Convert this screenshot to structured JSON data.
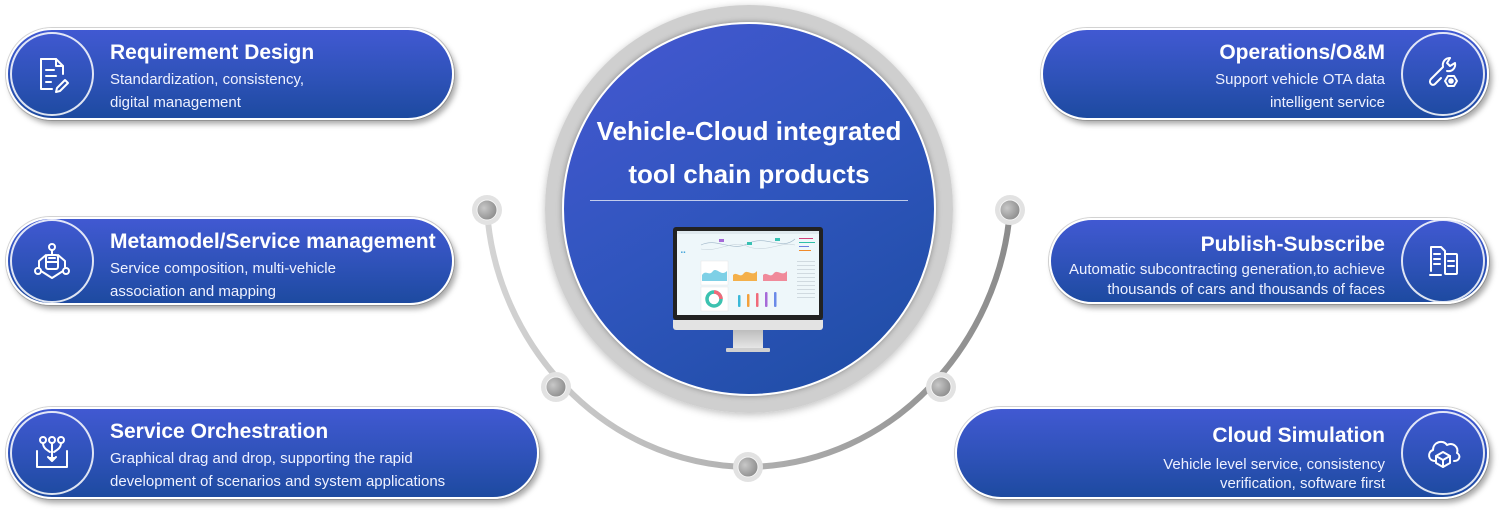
{
  "center": {
    "title_line1": "Vehicle-Cloud integrated",
    "title_line2": "tool chain products",
    "image": "dashboard-monitor-illustration"
  },
  "features": [
    {
      "side": "left",
      "title": "Requirement Design",
      "desc_line1": "Standardization, consistency,",
      "desc_line2": "digital management",
      "icon": "document-edit-icon"
    },
    {
      "side": "left",
      "title": "Metamodel/Service management",
      "desc_line1": "Service composition, multi-vehicle",
      "desc_line2": "association and mapping",
      "icon": "vehicle-network-icon"
    },
    {
      "side": "left",
      "title": "Service Orchestration",
      "desc_line1": "Graphical drag and drop, supporting the rapid",
      "desc_line2": "development of scenarios and system applications",
      "icon": "merge-flow-icon"
    },
    {
      "side": "right",
      "title": "Operations/O&M",
      "desc_line1": "Support vehicle OTA data",
      "desc_line2": "intelligent service",
      "icon": "wrench-nut-icon"
    },
    {
      "side": "right",
      "title": "Publish-Subscribe",
      "desc_line1": "Automatic subcontracting generation,to achieve",
      "desc_line2": "thousands of cars and thousands of faces",
      "icon": "documents-icon"
    },
    {
      "side": "right",
      "title": "Cloud Simulation",
      "desc_line1": "Vehicle level service, consistency",
      "desc_line2": "verification, software first",
      "icon": "cloud-box-icon"
    }
  ],
  "colors": {
    "pill_top": "#4159d2",
    "pill_bottom": "#1d4aa0",
    "arc_gray": "#a8a8a8",
    "text": "#ffffff"
  }
}
